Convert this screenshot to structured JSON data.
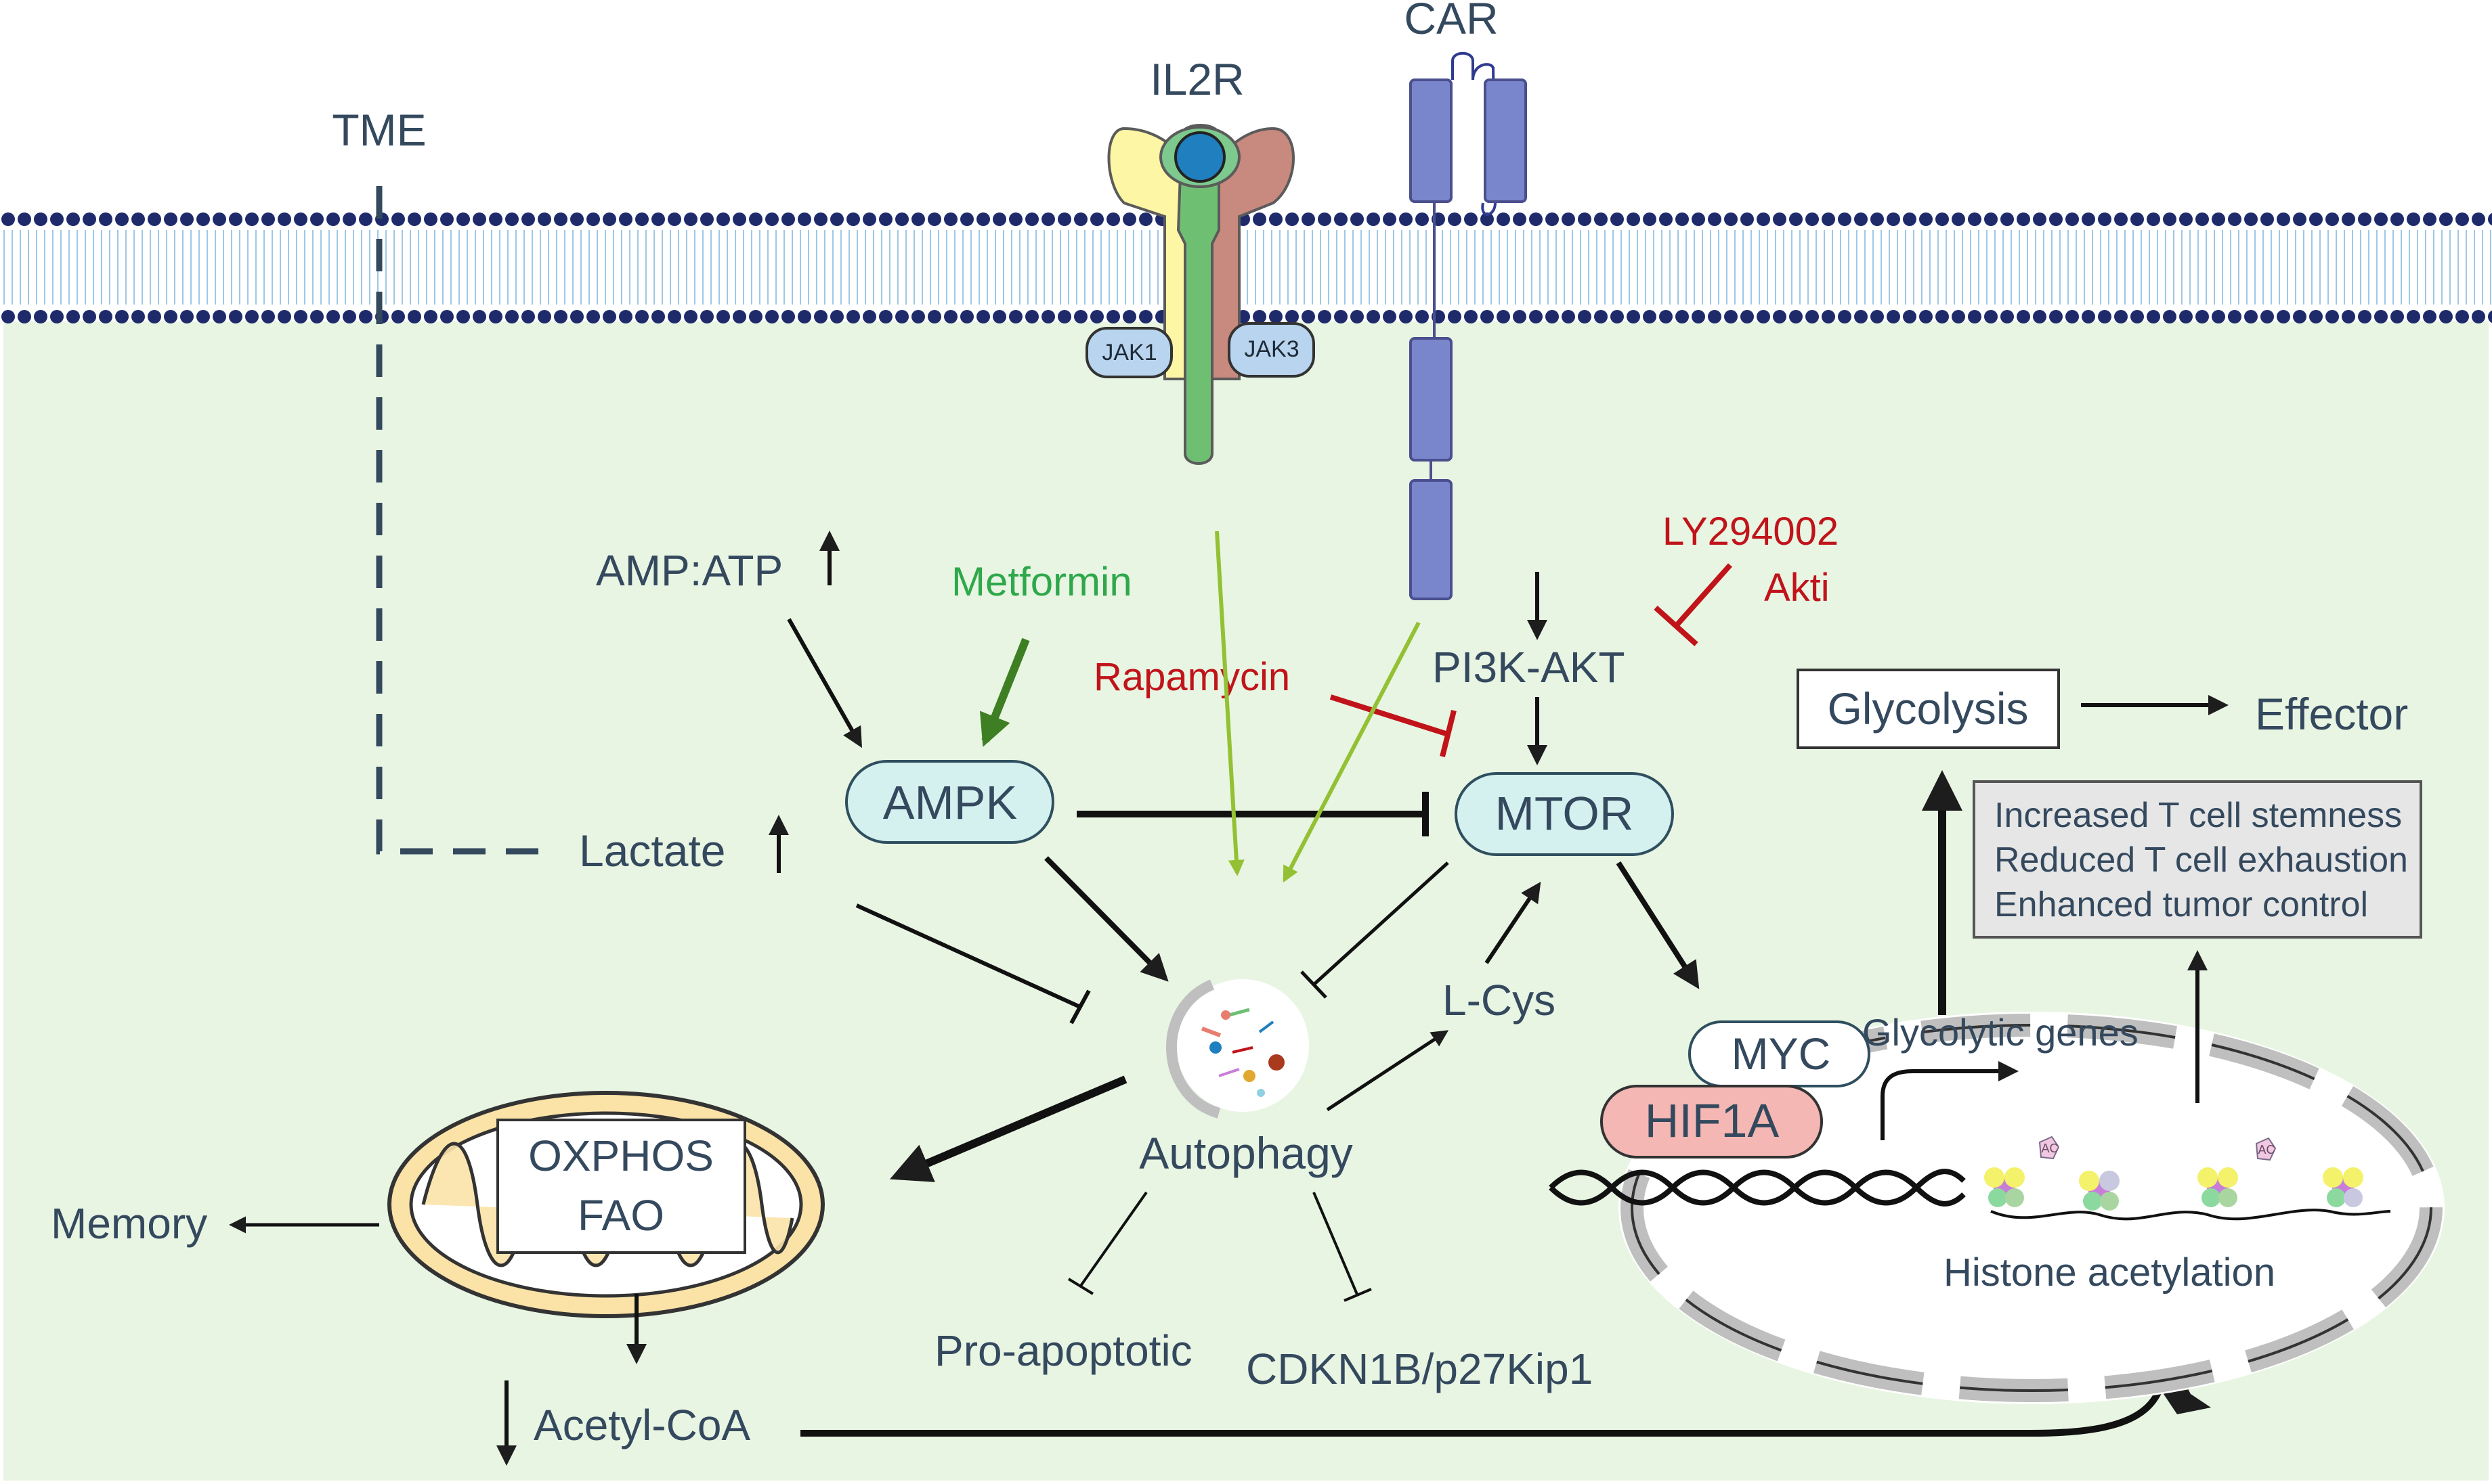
{
  "labels": {
    "tme": "TME",
    "il2r": "IL2R",
    "car": "CAR",
    "jak1": "JAK1",
    "jak3": "JAK3",
    "amp_atp": "AMP:ATP",
    "metformin": "Metformin",
    "ly294002": "LY294002",
    "akti": "Akti",
    "pi3k_akt": "PI3K-AKT",
    "rapamycin": "Rapamycin",
    "ampk": "AMPK",
    "mtor": "MTOR",
    "lactate": "Lactate",
    "glycolysis": "Glycolysis",
    "effector": "Effector",
    "outcomes": [
      "Increased T cell stemness",
      "Reduced T cell exhaustion",
      "Enhanced tumor control"
    ],
    "lcys": "L-Cys",
    "myc": "MYC",
    "hif1a": "HIF1A",
    "glycolytic_genes": "Glycolytic  genes",
    "autophagy": "Autophagy",
    "oxphos": "OXPHOS",
    "fao": "FAO",
    "memory": "Memory",
    "pro_apoptotic": "Pro-apoptotic",
    "cdkn1b": "CDKN1B/p27Kip1",
    "histone_acetylation": "Histone acetylation",
    "acetyl_coa": "Acetyl-CoA",
    "ac": "AC"
  },
  "colors": {
    "cytoplasm": "#e8f5e3",
    "membrane_dot": "#1f2a6b",
    "ampk_fill": "#d4f1ef",
    "inhibitor_red": "#c0141a",
    "green_arrow": "#93c133",
    "metformin_arrow": "#3f7f23",
    "car_blue": "#7a86cc",
    "hif1a_fill": "#f4b7b4",
    "outcome_box": "#e6e6e6"
  }
}
